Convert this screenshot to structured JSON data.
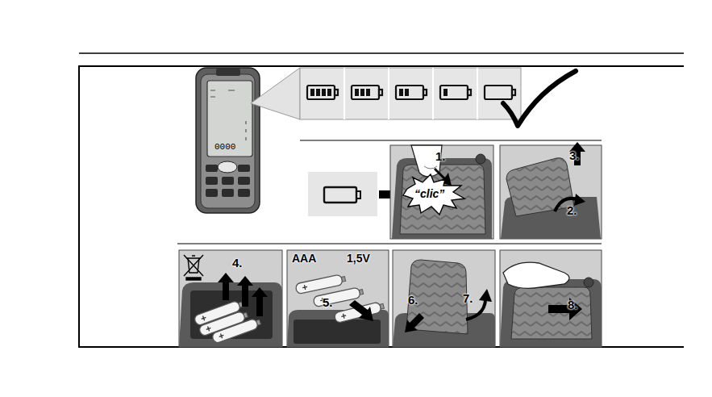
{
  "diagram": {
    "labels": [
      "0000",
      "1.",
      "“clic”",
      "3.",
      "2.",
      "4.",
      "AAA",
      "1,5V",
      "5.",
      "6.",
      "7.",
      "8."
    ]
  }
}
